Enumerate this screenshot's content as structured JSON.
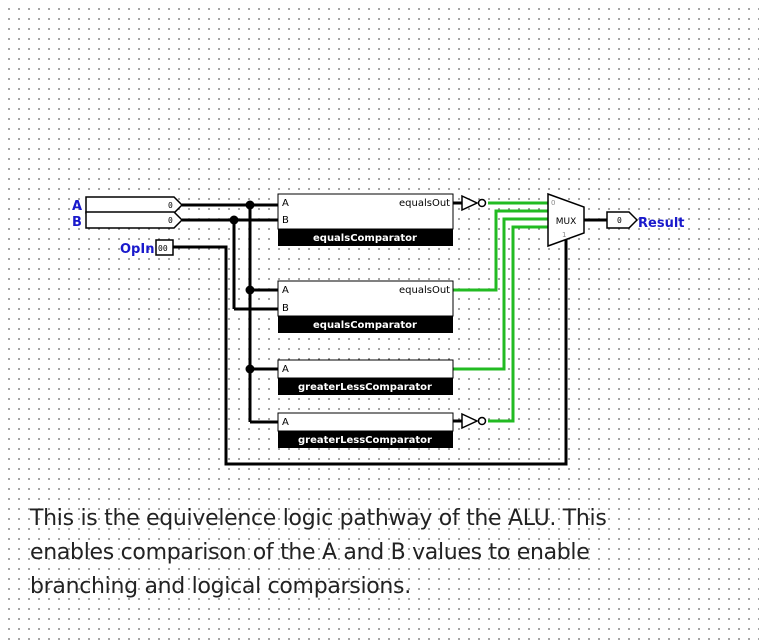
{
  "pins": {
    "a_label": "A",
    "b_label": "B",
    "opin_label": "OpIn",
    "result_label": "Result",
    "a_value": "0",
    "b_value": "0",
    "opin_value": "00",
    "result_value": "0"
  },
  "components": [
    {
      "title": "equalsComparator",
      "port_a": "A",
      "port_b": "B",
      "output": "equalsOut"
    },
    {
      "title": "equalsComparator",
      "port_a": "A",
      "port_b": "B",
      "output": "equalsOut"
    },
    {
      "title": "greaterLessComparator",
      "port_a": "A"
    },
    {
      "title": "greaterLessComparator",
      "port_a": "A"
    }
  ],
  "mux": {
    "label": "MUX",
    "input0": "0",
    "select_mark": "1"
  },
  "description": {
    "lines": [
      "This is the equivelence logic pathway of the ALU. This",
      "enables comparison of the A and B values to enable",
      "branching and logical comparsions."
    ]
  },
  "colors": {
    "wire_high": "#22bb22",
    "wire_bus": "#000000",
    "pin_label": "#1a1acc"
  }
}
